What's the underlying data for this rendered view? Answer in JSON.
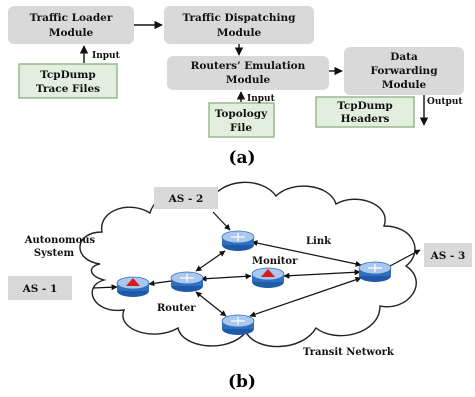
{
  "panel_a": {
    "caption": "(a)",
    "modules": {
      "traffic_loader": [
        "Traffic Loader",
        "Module"
      ],
      "traffic_dispatching": [
        "Traffic Dispatching",
        "Module"
      ],
      "routers_emulation": [
        "Routers’ Emulation",
        "Module"
      ],
      "data_forwarding": [
        "Data",
        "Forwarding",
        "Module"
      ]
    },
    "inputs": {
      "tcpdump_trace": [
        "TcpDump",
        "Trace Files"
      ],
      "topology": [
        "Topology",
        "File"
      ],
      "tcpdump_headers": [
        "TcpDump",
        "Headers"
      ]
    },
    "labels": {
      "input_1": "Input",
      "input_2": "Input",
      "output": "Output"
    },
    "colors": {
      "module_fill": "#d9d9d9",
      "input_fill": "#e3efde",
      "input_border": "#9ab88f"
    }
  },
  "panel_b": {
    "caption": "(b)",
    "as_boxes": {
      "as1": "AS - 1",
      "as2": "AS - 2",
      "as3": "AS - 3"
    },
    "labels": {
      "autonomous_system": [
        "Autonomous",
        "System"
      ],
      "link": "Link",
      "monitor": "Monitor",
      "router": "Router",
      "transit_network": "Transit Network"
    },
    "colors": {
      "router_fill": "#2f6fc1",
      "router_top": "#a9c8ec",
      "monitor_mark": "#d81b1b"
    }
  }
}
